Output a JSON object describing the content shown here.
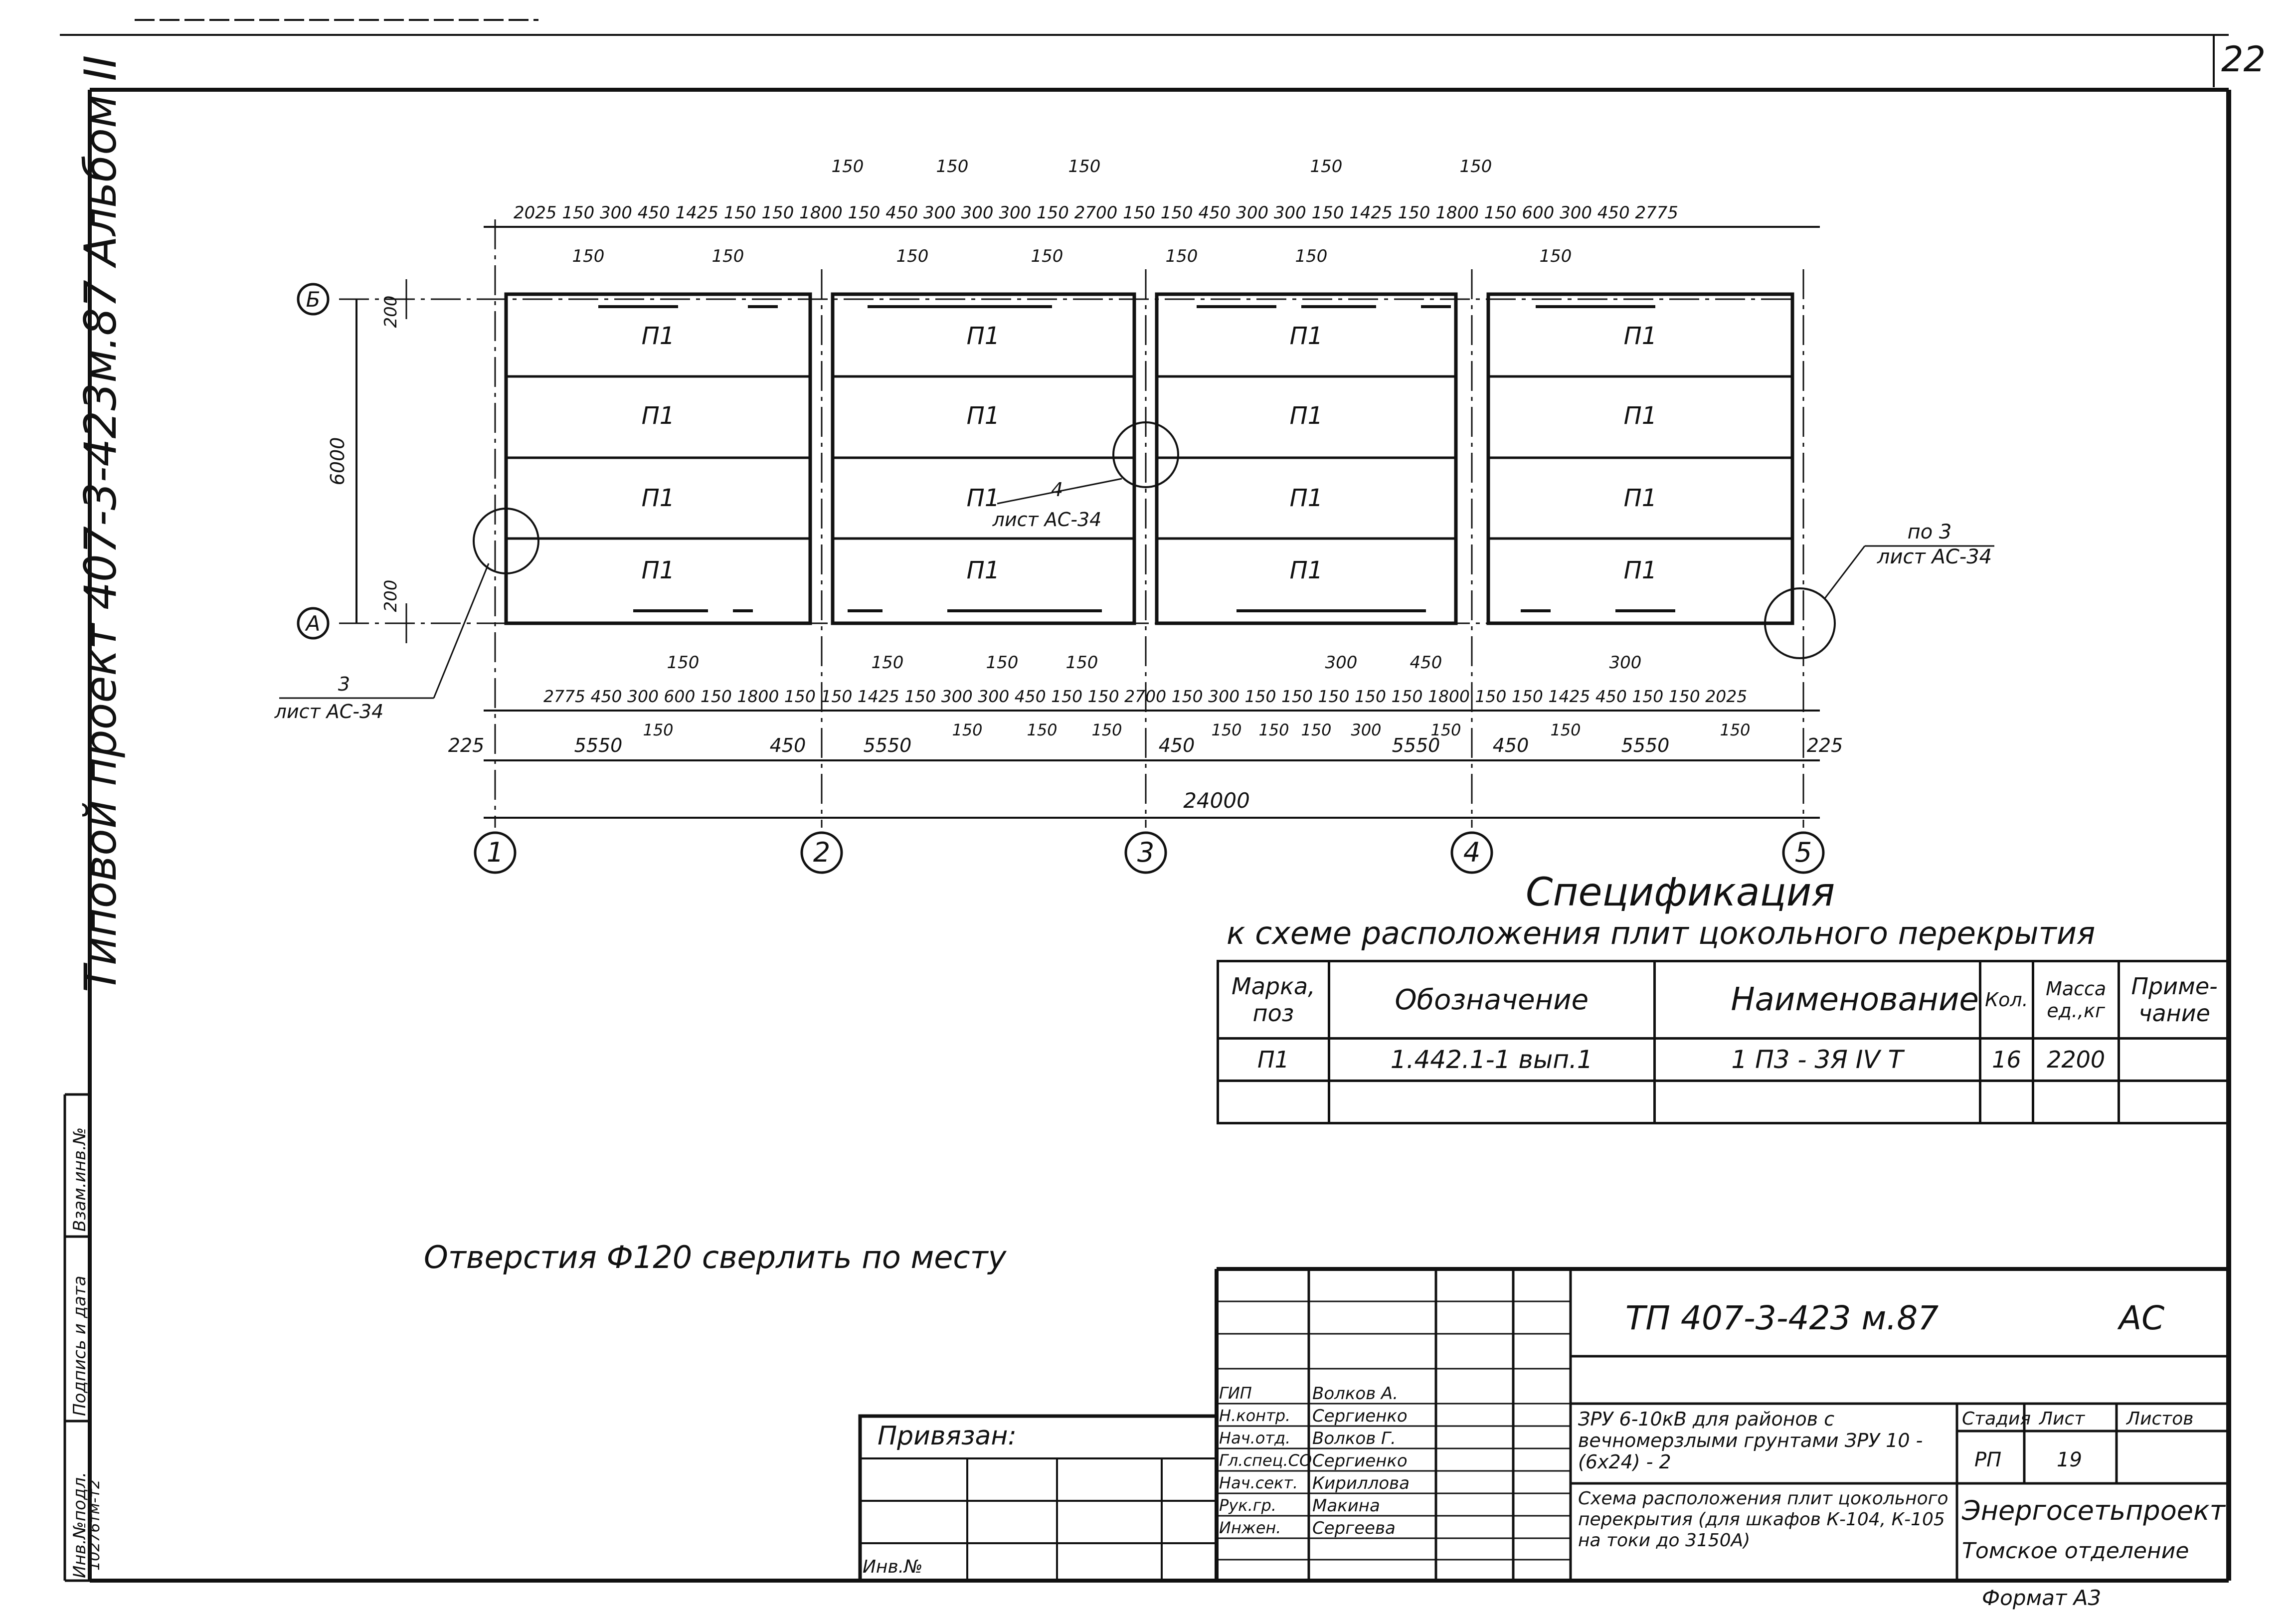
{
  "page_number": "22",
  "side_label": "Типовой проект 407-3-423м.87 Альбом II",
  "side_stamp": {
    "inv_podl": "Инв.№подл.",
    "podpis_data": "Подпись и дата",
    "vzam_inv": "Взам.инв.№",
    "inv_value": "10276тм-т2"
  },
  "plan": {
    "axes_letters": [
      "Б",
      "А"
    ],
    "axes_numbers": [
      "1",
      "2",
      "3",
      "4",
      "5"
    ],
    "slab_label": "П1",
    "dim_6000": "6000",
    "dim_200_top": "200",
    "dim_200_bottom": "200",
    "top_dims": "2025 150 300 450 1425 150 150 1800 150 450 300 300 300 150 2700 150 150 450 300 300 150 1425 150 1800 150 600 300 450 2775",
    "top_dims_upper": [
      "150",
      "150",
      "150",
      "150",
      "150"
    ],
    "top_dims_lower": [
      "150",
      "150",
      "150",
      "150",
      "150",
      "150",
      "150"
    ],
    "bottom_dims": "2775 450 300 600 150 1800 150 150 1425 150 300 300 450 150 150 2700 150 300 150 150 150 150 150 1800 150 150 1425 450 150 150 2025",
    "bottom_dims_upper": [
      "150",
      "150",
      "150",
      "150",
      "300",
      "450",
      "300"
    ],
    "bottom_dims_lower": [
      "150",
      "150",
      "150",
      "150",
      "150",
      "150",
      "150",
      "300",
      "150",
      "150",
      "150"
    ],
    "spans": [
      "225",
      "5550",
      "450",
      "5550",
      "450",
      "5550",
      "450",
      "5550",
      "225"
    ],
    "total": "24000",
    "callout_left_num": "3",
    "callout_left_sheet": "лист АС-34",
    "callout_mid_num": "4",
    "callout_mid_sheet": "лист АС-34",
    "callout_right_num": "по 3",
    "callout_right_sheet": "лист АС-34"
  },
  "spec": {
    "title": "Спецификация",
    "subtitle": "к схеме расположения плит цокольного перекрытия",
    "headers": [
      "Марка, поз",
      "Обозначение",
      "Наименование",
      "Кол.",
      "Масса ед.,кг",
      "Приме- чание"
    ],
    "rows": [
      [
        "П1",
        "1.442.1-1 вып.1",
        "1 П3 - 3Я IV Т",
        "16",
        "2200",
        ""
      ],
      [
        "",
        "",
        "",
        "",
        "",
        ""
      ]
    ]
  },
  "note": "Отверстия Ф120 сверлить по месту",
  "title_block": {
    "project_code": "ТП 407-3-423 м.87",
    "section": "АС",
    "privyazan": "Привязан:",
    "inv_no": "Инв.№",
    "roles": [
      "ГИП",
      "Н.контр.",
      "Нач.отд.",
      "Гл.спец.СО",
      "Нач.сект.",
      "Рук.гр.",
      "Инжен."
    ],
    "names": [
      "Волков А.",
      "Сергиенко",
      "Волков Г.",
      "Сергиенко",
      "Кириллова",
      "Макина",
      "Сергеева"
    ],
    "object_title": "ЗРУ 6-10кВ для районов с вечномерзлыми грунтами ЗРУ 10 - (6х24) - 2",
    "drawing_title": "Схема расположения плит цокольного перекрытия (для шкафов К-104, К-105 на токи до 3150А)",
    "stage_label": "Стадия",
    "sheet_label": "Лист",
    "sheets_label": "Листов",
    "stage": "РП",
    "sheet": "19",
    "sheets": "",
    "org": "Энергосетьпроект",
    "org_dept": "Томское отделение",
    "format": "Формат А3"
  }
}
